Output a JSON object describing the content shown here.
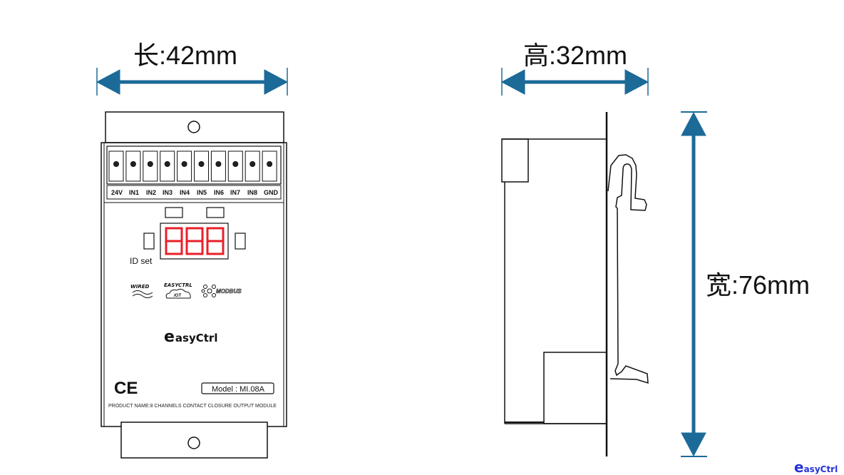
{
  "dimensions": {
    "length": "长:42mm",
    "height": "高:32mm",
    "width": "宽:76mm"
  },
  "terminals": [
    "24V",
    "IN1",
    "IN2",
    "IN3",
    "IN4",
    "IN5",
    "IN6",
    "IN7",
    "IN8",
    "GND"
  ],
  "display": {
    "digits": "888",
    "id_label": "ID set"
  },
  "logos": {
    "wired": "WIRED",
    "easyctrl_iot": "EASYCTRL",
    "iot": "IOT",
    "modbus": "MODBUS",
    "brand": "easyCtrl",
    "ce": "CE",
    "corner_brand": "easyCtrl"
  },
  "model": "Model : MI.08A",
  "product_name": "PRODUCT NAME:8 CHANNELS CONTACT CLOSURE OUTPUT MODULE",
  "colors": {
    "arrow": "#1c6a98",
    "segment": "#e8202a",
    "brand": "#2433d6"
  }
}
